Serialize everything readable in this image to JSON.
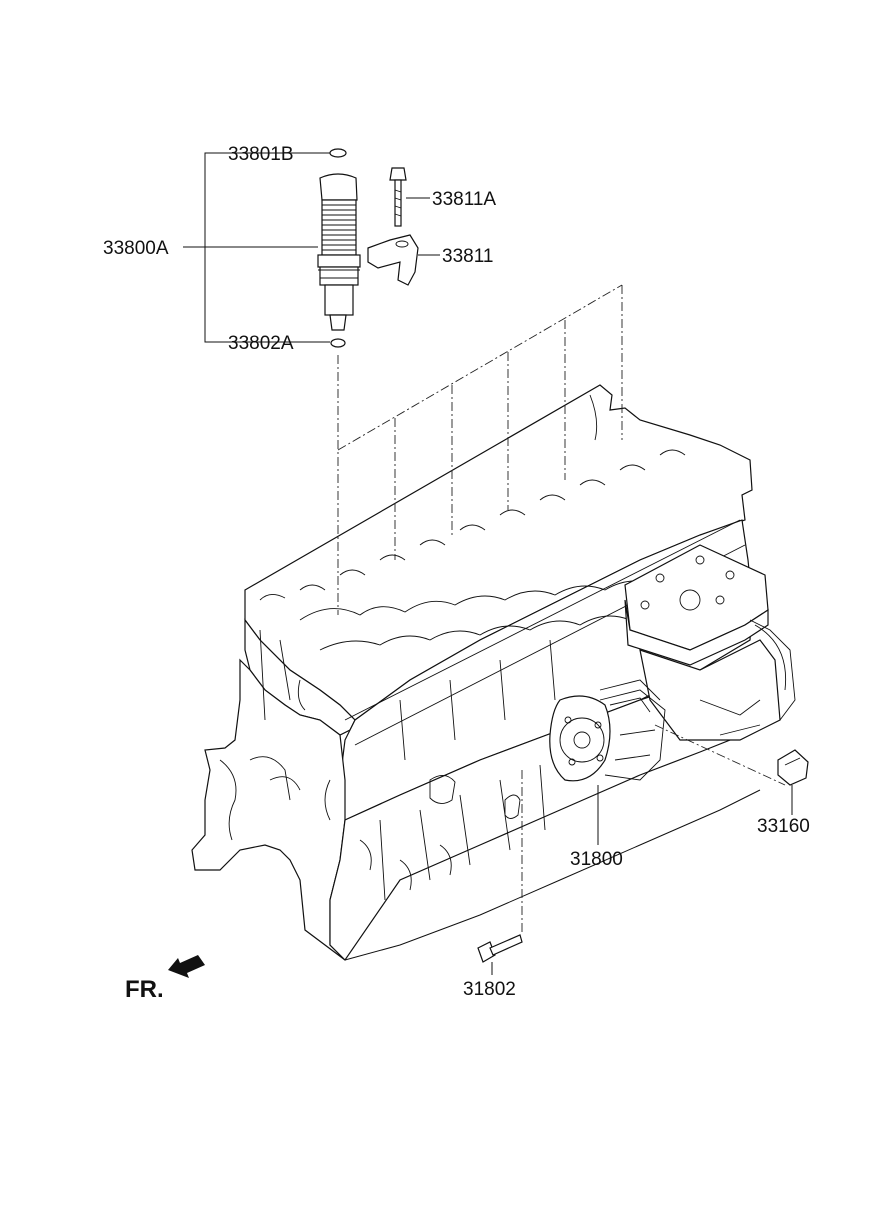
{
  "labels": {
    "p33801B": "33801B",
    "p33800A": "33800A",
    "p33802A": "33802A",
    "p33811A": "33811A",
    "p33811": "33811",
    "p33160": "33160",
    "p31800": "31800",
    "p31802": "31802"
  },
  "orientation": {
    "front_label": "FR."
  },
  "icons": {
    "front_arrow": "front-direction-arrow"
  }
}
